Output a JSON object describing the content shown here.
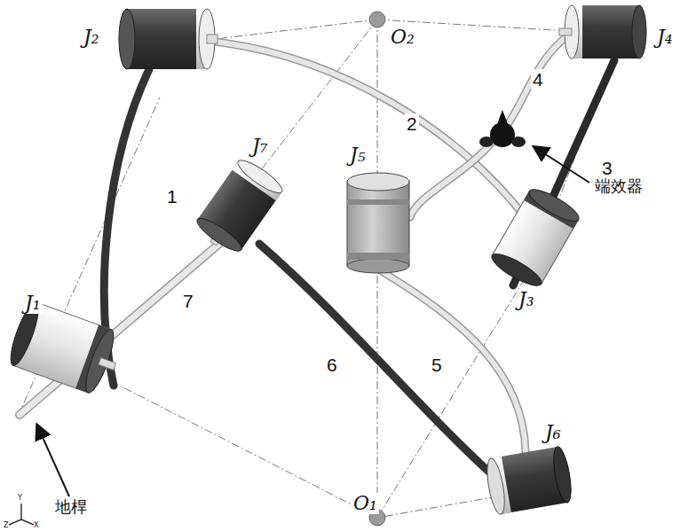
{
  "diagram": {
    "labels": [
      "J₂",
      "O₂",
      "J₄",
      "4",
      "2",
      "3",
      "端效器",
      "J₇",
      "J₅",
      "1",
      "J₃",
      "J₁",
      "7",
      "6",
      "5",
      "J₆",
      "地桿",
      "O₁",
      "Y",
      "Z",
      "X"
    ]
  }
}
